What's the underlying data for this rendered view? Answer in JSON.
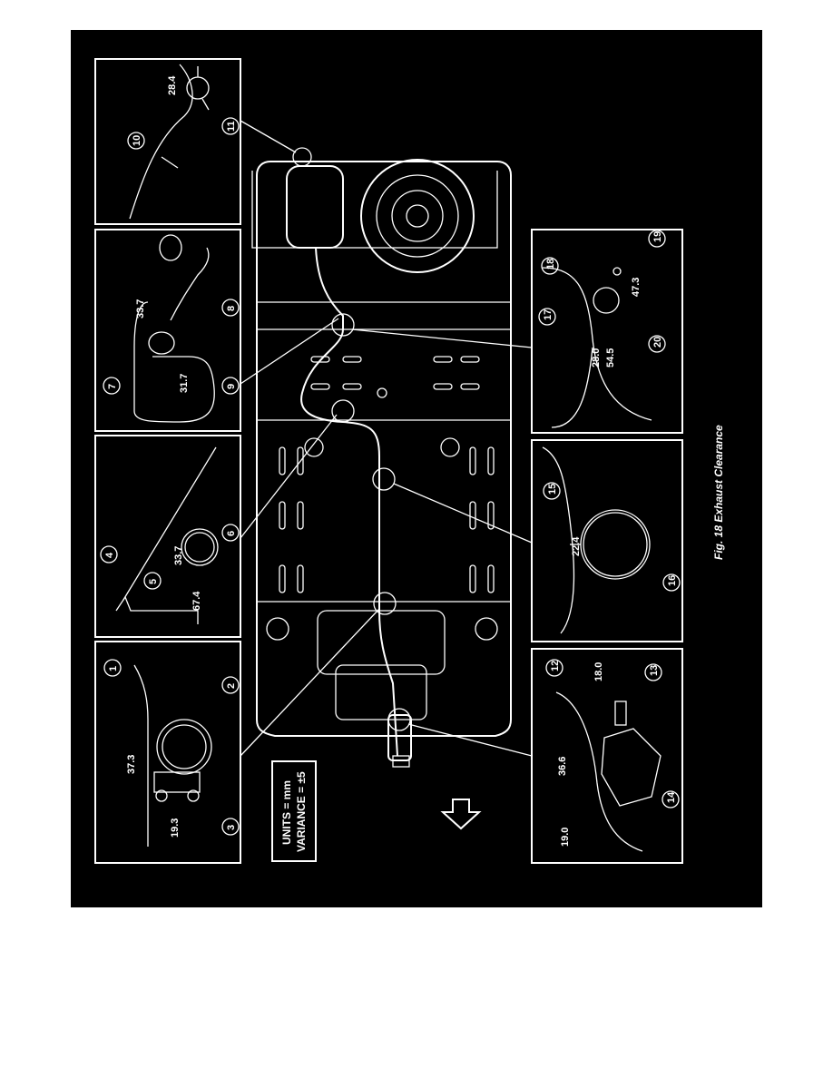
{
  "figure": {
    "caption": "Fig. 18 Exhaust Clearance",
    "units_box": {
      "line1": "UNITS = mm",
      "line2": "VARIANCE = ±5"
    }
  },
  "callouts": {
    "c1": "1",
    "c2": "2",
    "c3": "3",
    "c4": "4",
    "c5": "5",
    "c6": "6",
    "c7": "7",
    "c8": "8",
    "c9": "9",
    "c10": "10",
    "c11": "11",
    "c12": "12",
    "c13": "13",
    "c14": "14",
    "c15": "15",
    "c16": "16",
    "c17": "17",
    "c18": "18",
    "c19": "19",
    "c20": "20"
  },
  "dimensions": {
    "d_28_4": "28.4",
    "d_33_7a": "33.7",
    "d_31_7": "31.7",
    "d_33_7b": "33.7",
    "d_67_4": "67.4",
    "d_37_3": "37.3",
    "d_19_3": "19.3",
    "d_28_0": "28.0",
    "d_54_5": "54.5",
    "d_47_3": "47.3",
    "d_22_4": "22.4",
    "d_18_0": "18.0",
    "d_36_6": "36.6",
    "d_19_0": "19.0"
  },
  "colors": {
    "background": "#000000",
    "linework": "#ffffff",
    "page": "#ffffff"
  }
}
